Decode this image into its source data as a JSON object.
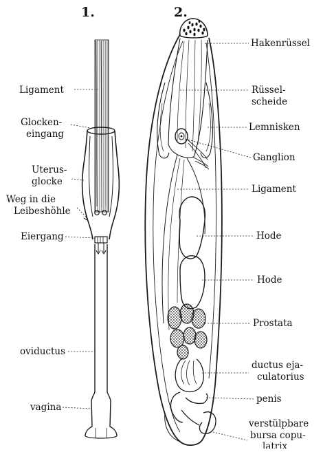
{
  "figures": {
    "fig1": {
      "number": "1.",
      "labels": {
        "ligament": "Ligament",
        "glocken1": "Glocken-",
        "glocken2": "eingang",
        "uterus1": "Uterus-",
        "uterus2": "glocke",
        "weg1": "Weg in die",
        "weg2": "Leibeshöhle",
        "eiergang": "Eiergang",
        "oviductus": "oviductus",
        "vagina": "vagina"
      }
    },
    "fig2": {
      "number": "2.",
      "labels": {
        "hakenruessel": "Hakenrüssel",
        "ruessel1": "Rüssel-",
        "ruessel2": "scheide",
        "lemnisken": "Lemnisken",
        "ganglion": "Ganglion",
        "ligament": "Ligament",
        "hode1": "Hode",
        "hode2": "Hode",
        "prostata": "Prostata",
        "ductus1": "ductus eja-",
        "ductus2": "culatorius",
        "penis": "penis",
        "bursa1": "verstülpbare",
        "bursa2": "bursa copu-",
        "bursa3": "latrix"
      }
    }
  }
}
